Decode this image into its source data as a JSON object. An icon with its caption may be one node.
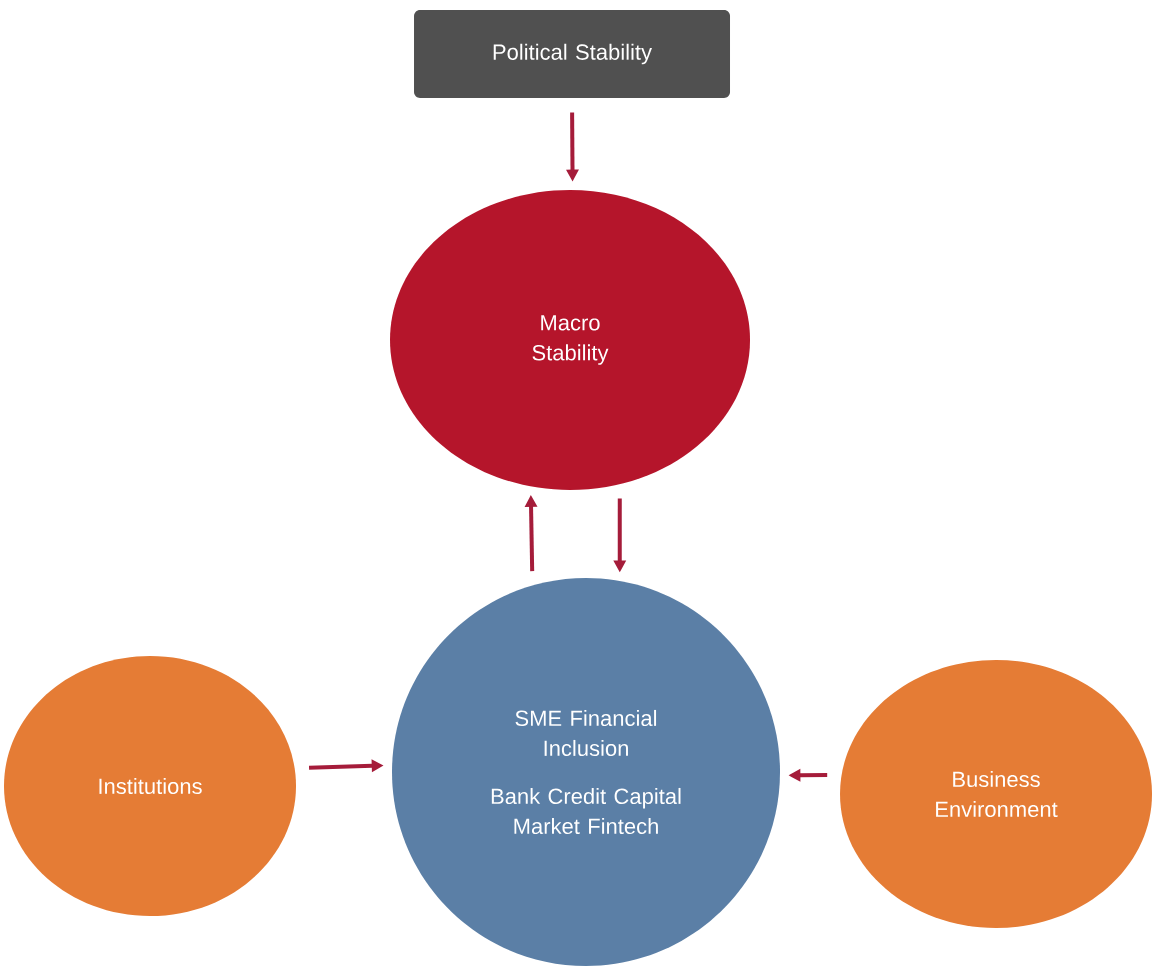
{
  "diagram": {
    "nodes": [
      {
        "text": [
          "Political Stability"
        ]
      },
      {
        "text": [
          "Macro Stability"
        ]
      },
      {
        "text": [
          "SME Financial Inclusion",
          "Bank Credit Capital Market Fintech"
        ]
      },
      {
        "text": [
          "Institutions"
        ]
      },
      {
        "text": [
          "Business Environment"
        ]
      }
    ],
    "edges": [
      {
        "from": 0,
        "to": 1,
        "arrow": "to"
      },
      {
        "from": 2,
        "to": 1,
        "arrow": "to"
      },
      {
        "from": 1,
        "to": 2,
        "arrow": "to"
      },
      {
        "from": 3,
        "to": 2,
        "arrow": "to"
      },
      {
        "from": 4,
        "to": 2,
        "arrow": "to"
      }
    ]
  }
}
